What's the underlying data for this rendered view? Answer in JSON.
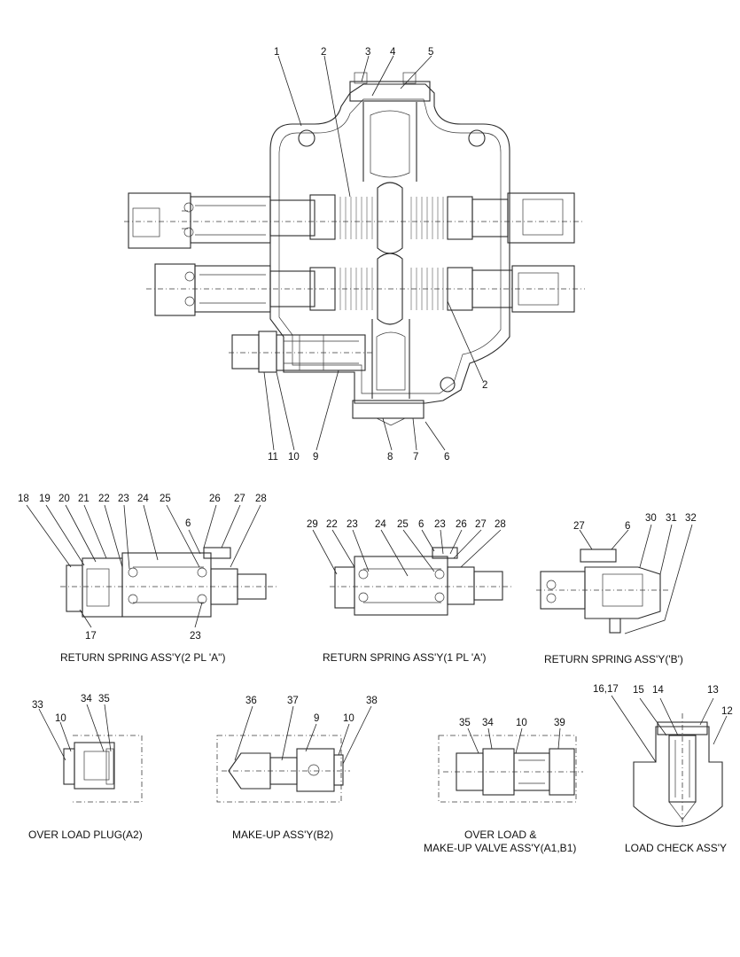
{
  "main_callouts": {
    "c1": "1",
    "c2_top": "2",
    "c3": "3",
    "c4": "4",
    "c5": "5",
    "c2_right": "2",
    "c11": "11",
    "c10": "10",
    "c9": "9",
    "c8": "8",
    "c7": "7",
    "c6": "6"
  },
  "ret_a2": {
    "caption": "RETURN SPRING ASS'Y(2 PL 'A\")",
    "n18": "18",
    "n19": "19",
    "n20": "20",
    "n21": "21",
    "n22": "22",
    "n23": "23",
    "n24": "24",
    "n25": "25",
    "n6": "6",
    "n26": "26",
    "n27": "27",
    "n28": "28",
    "n17": "17",
    "n23b": "23"
  },
  "ret_a1": {
    "caption": "RETURN SPRING ASS'Y(1 PL 'A')",
    "n29": "29",
    "n22": "22",
    "n23": "23",
    "n24": "24",
    "n25": "25",
    "n6": "6",
    "n23b": "23",
    "n26": "26",
    "n27": "27",
    "n28": "28"
  },
  "ret_b": {
    "caption": "RETURN SPRING ASS'Y('B')",
    "n27": "27",
    "n6": "6",
    "n30": "30",
    "n31": "31",
    "n32": "32"
  },
  "overload_plug": {
    "caption": "OVER LOAD PLUG(A2)",
    "n33": "33",
    "n10": "10",
    "n34": "34",
    "n35": "35"
  },
  "makeup": {
    "caption": "MAKE-UP ASS'Y(B2)",
    "n36": "36",
    "n37": "37",
    "n9": "9",
    "n10": "10",
    "n38": "38"
  },
  "overload_makeup": {
    "caption_line1": "OVER LOAD &",
    "caption_line2": "MAKE-UP VALVE ASS'Y(A1,B1)",
    "n35": "35",
    "n34": "34",
    "n10": "10",
    "n39": "39"
  },
  "load_check": {
    "caption": "LOAD CHECK ASS'Y",
    "n1617": "16,17",
    "n15": "15",
    "n14": "14",
    "n13": "13",
    "n12": "12"
  }
}
